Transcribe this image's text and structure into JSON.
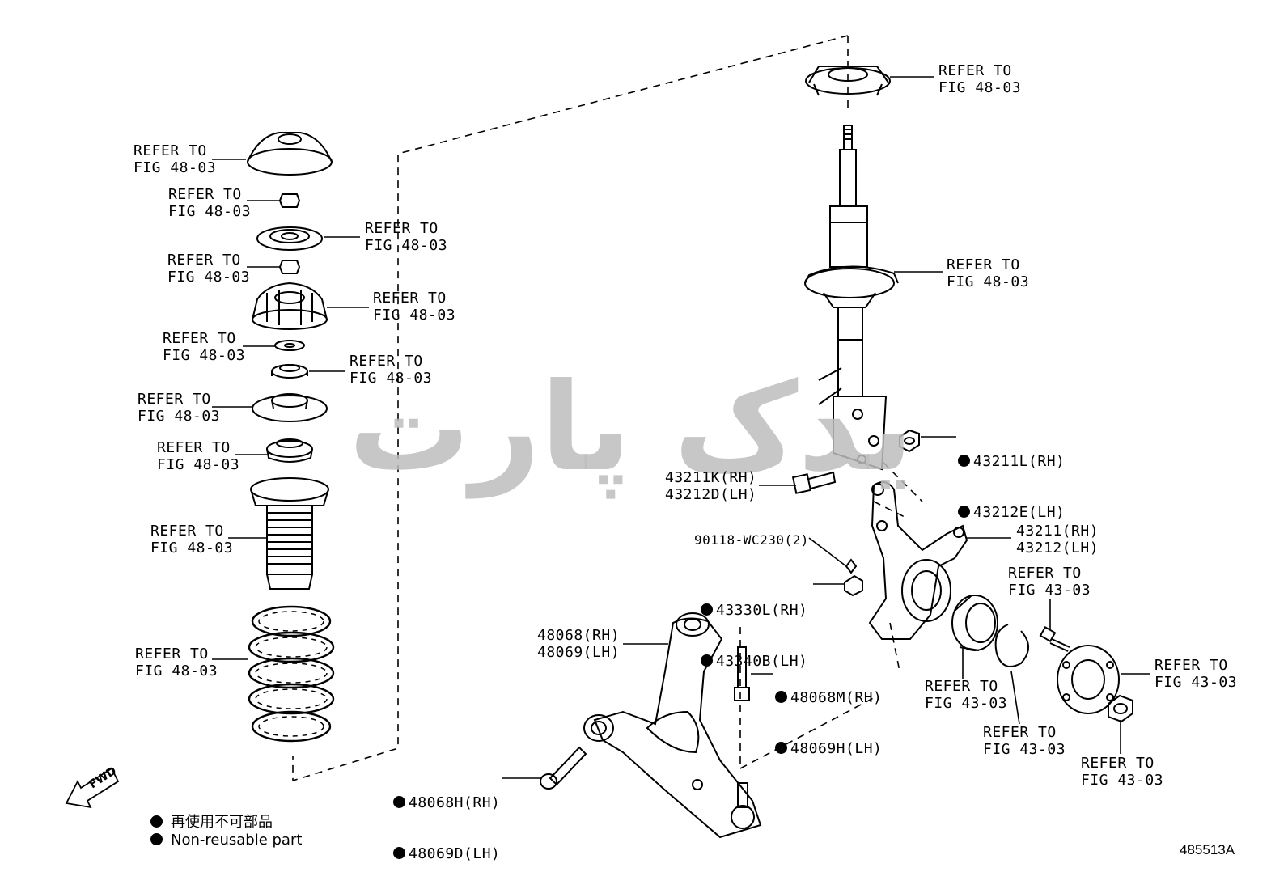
{
  "refer_label": [
    "REFER TO",
    "FIG 48-03"
  ],
  "refer_label_43": [
    "REFER TO",
    "FIG 43-03"
  ],
  "parts": {
    "p43211L": "43211L(RH)",
    "p43212E": "43212E(LH)",
    "p43211K": "43211K(RH)",
    "p43212D": "43212D(LH)",
    "p43211": "43211(RH)",
    "p43212": "43212(LH)",
    "p90118": "90118-WC230(2)",
    "p43330L": "43330L(RH)",
    "p43340B": "43340B(LH)",
    "p48068": "48068(RH)",
    "p48069": "48069(LH)",
    "p48068M": "48068M(RH)",
    "p48069H": "48069H(LH)",
    "p48068H": "48068H(RH)",
    "p48069D": "48069D(LH)"
  },
  "fwd_label": "FWD",
  "legend": {
    "line1": "再使用不可部品",
    "line2": "Non-reusable part"
  },
  "figure_code": "485513A",
  "watermark": "یدک پارت",
  "colors": {
    "ink": "#000000",
    "watermark": "#bdbdbd"
  }
}
